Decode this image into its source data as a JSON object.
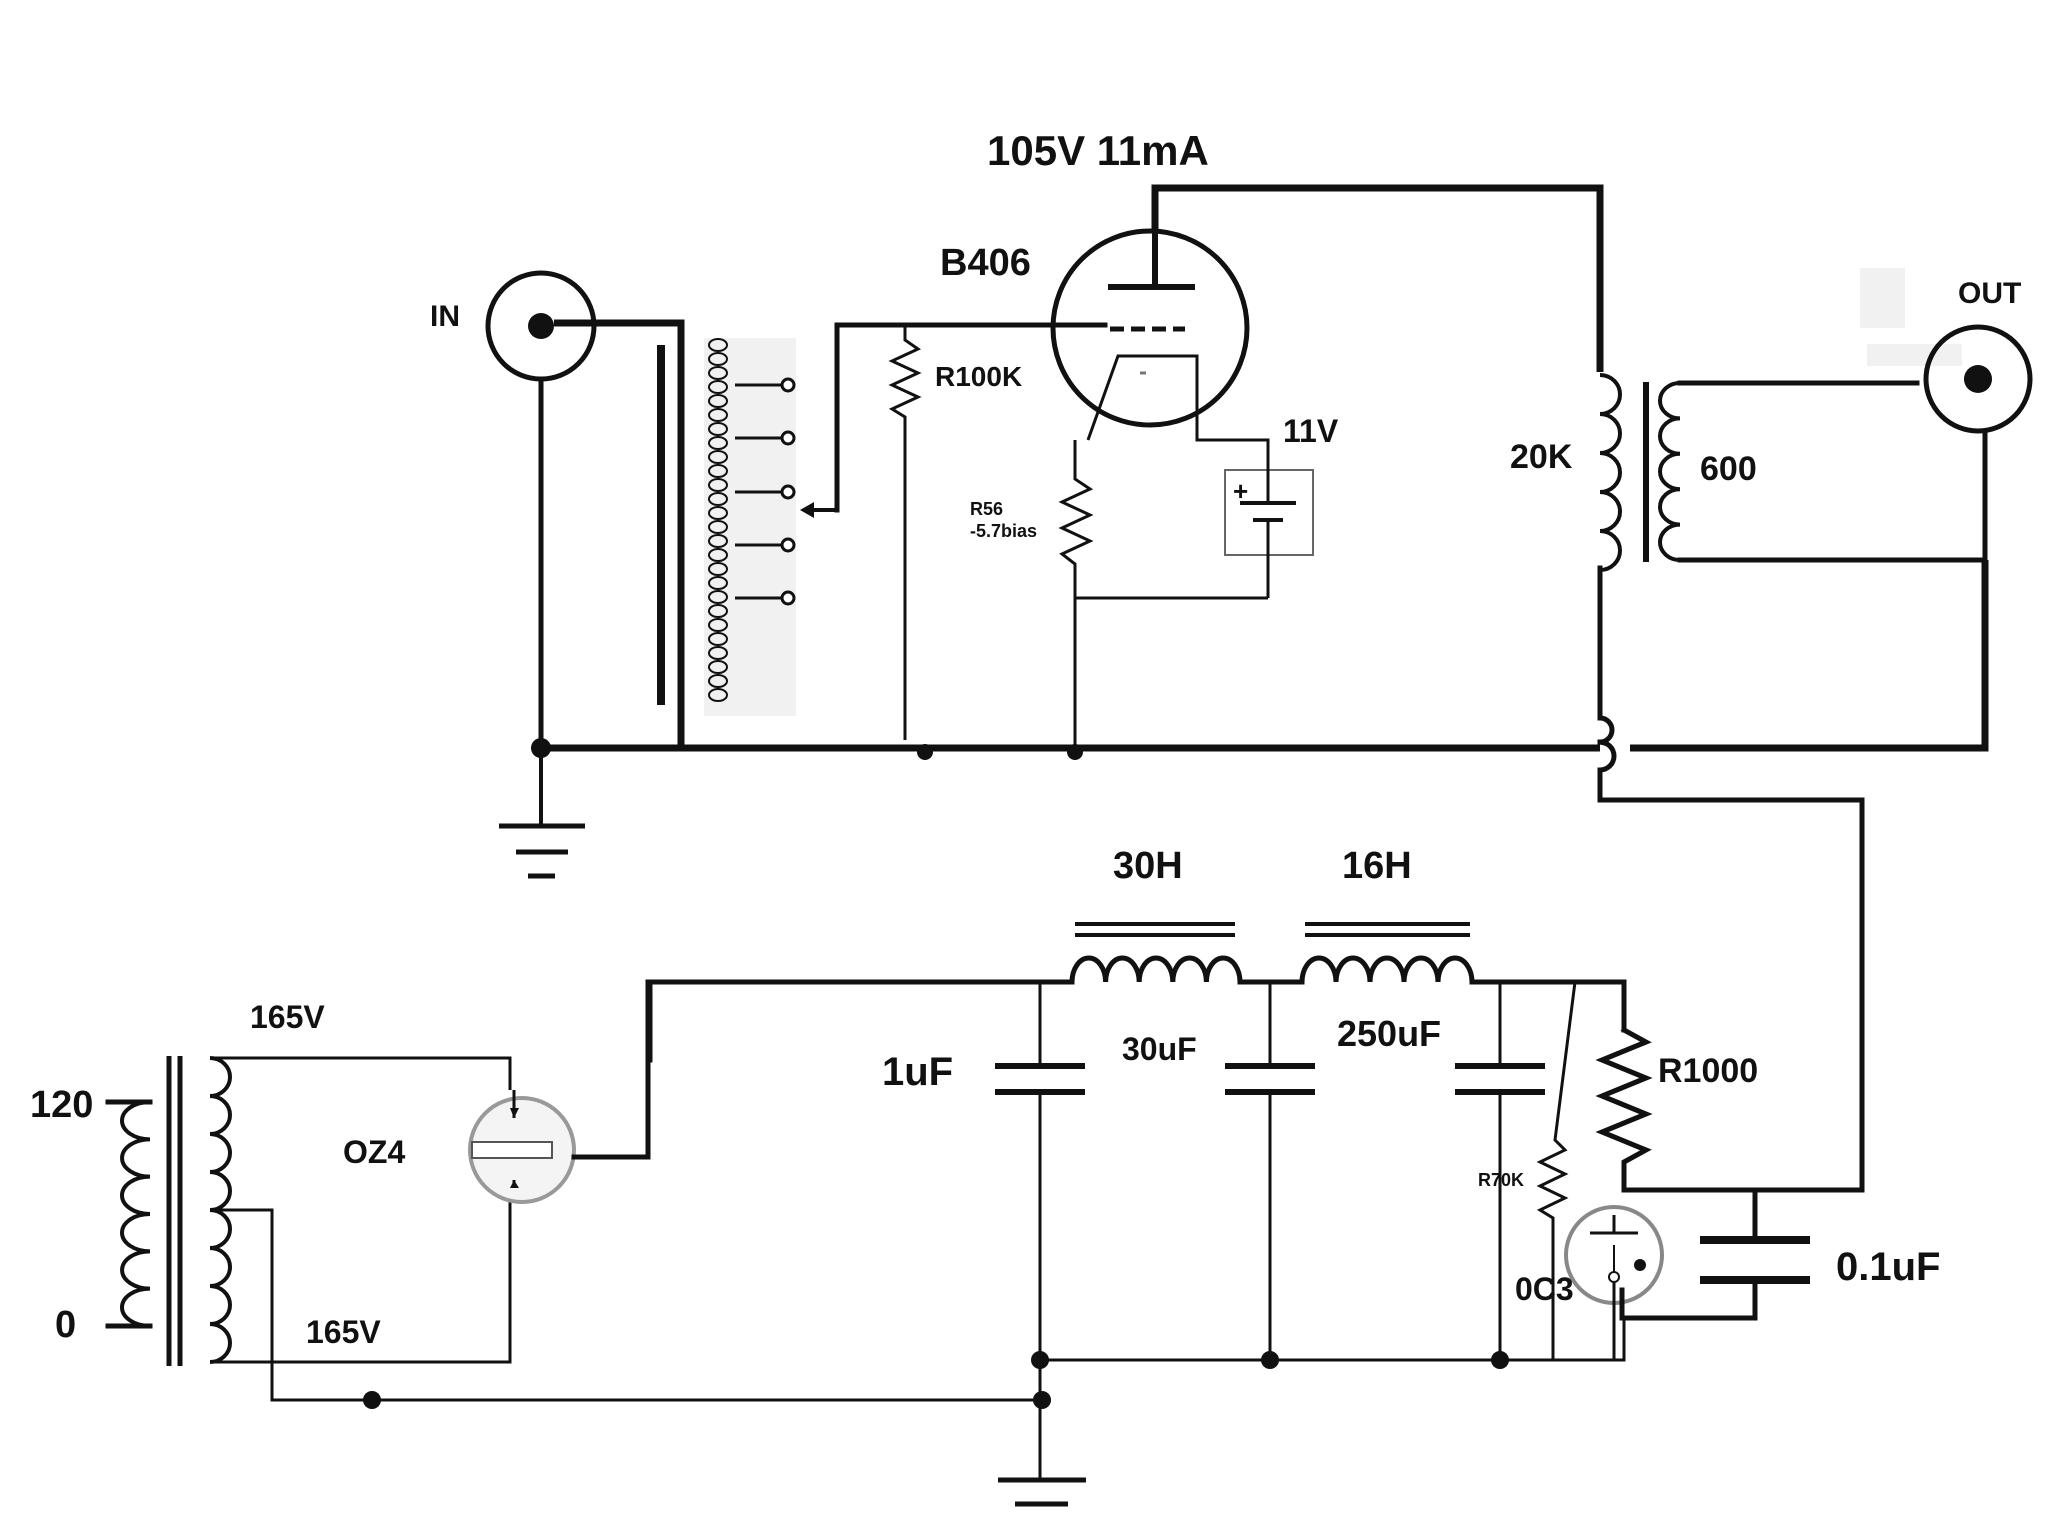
{
  "labels": {
    "plate_info": "105V 11mA",
    "tube_main": "B406",
    "input": "IN",
    "output": "OUT",
    "grid_resistor": "R100K",
    "cathode_resistor": "R56",
    "bias_note": "-5.7bias",
    "filament_voltage": "11V",
    "primary_impedance": "20K",
    "secondary_impedance": "600",
    "choke1": "30H",
    "choke2": "16H",
    "cap1": "1uF",
    "cap2": "30uF",
    "cap3": "250uF",
    "cap4": "0.1uF",
    "dropping_resistor": "R1000",
    "regulator_resistor": "R70K",
    "rectifier": "OZ4",
    "regulator": "0C3",
    "mains_high": "120",
    "mains_low": "0",
    "secondary_top": "165V",
    "secondary_bottom": "165V"
  },
  "colors": {
    "ink": "#111111",
    "background": "#ffffff"
  }
}
